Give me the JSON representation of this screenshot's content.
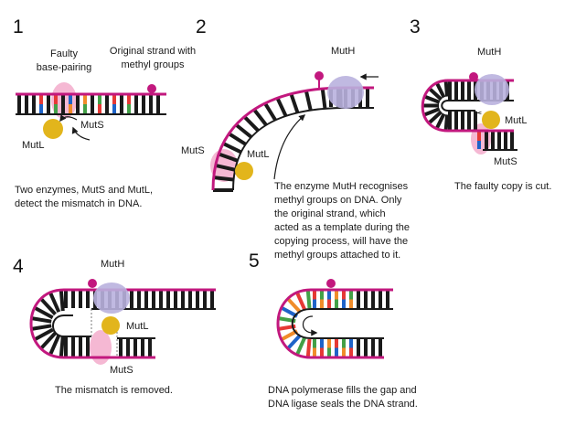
{
  "colors": {
    "backbone_magenta": "#c2187e",
    "backbone_black": "#1a1a1a",
    "rung": "#1a1a1a",
    "mutS_pink": "#f5b8d3",
    "mutL_gold": "#e2b51c",
    "mutH_lavender": "#b9b1de",
    "methyl_magenta": "#c2187e",
    "mismatch_red": "#e53935",
    "mismatch_green": "#43a047",
    "mismatch_blue": "#1e63c8",
    "mismatch_orange": "#f08c2a"
  },
  "steps": [
    {
      "number": "1",
      "labels": {
        "faulty": [
          "Faulty",
          "base-pairing"
        ],
        "original": [
          "Original strand with",
          "methyl groups"
        ],
        "muts": "MutS",
        "mutl": "MutL"
      },
      "caption": [
        "Two enzymes, MutS and MutL,",
        "detect the mismatch in DNA."
      ]
    },
    {
      "number": "2",
      "labels": {
        "muth": "MutH",
        "muts": "MutS",
        "mutl": "MutL"
      },
      "caption": [
        "The enzyme MutH recognises",
        "methyl groups on DNA. Only",
        "the original strand, which",
        "acted as a template during the",
        "copying process, will  have the",
        "methyl groups attached to it."
      ]
    },
    {
      "number": "3",
      "labels": {
        "muth": "MutH",
        "mutl": "MutL",
        "muts": "MutS"
      },
      "caption": [
        "The faulty copy is cut."
      ]
    },
    {
      "number": "4",
      "labels": {
        "muth": "MutH",
        "mutl": "MutL",
        "muts": "MutS"
      },
      "caption": [
        "The mismatch is removed."
      ]
    },
    {
      "number": "5",
      "labels": {},
      "caption": [
        "DNA polymerase fills the gap and",
        "DNA ligase seals the DNA strand."
      ]
    }
  ]
}
